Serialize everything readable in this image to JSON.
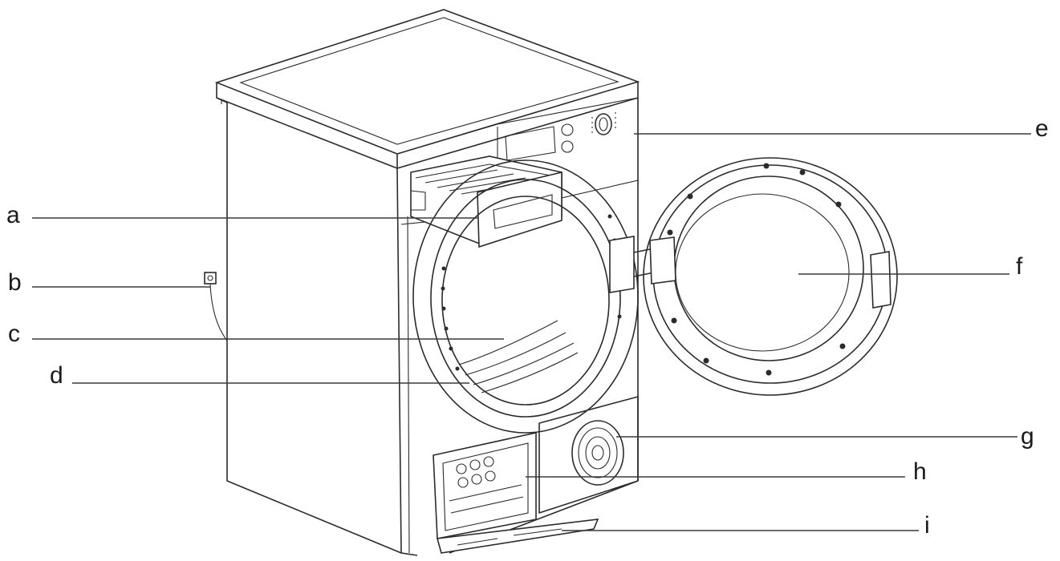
{
  "diagram": {
    "labels": {
      "a": "a",
      "b": "b",
      "c": "c",
      "d": "d",
      "e": "e",
      "f": "f",
      "g": "g",
      "h": "h",
      "i": "i"
    }
  }
}
